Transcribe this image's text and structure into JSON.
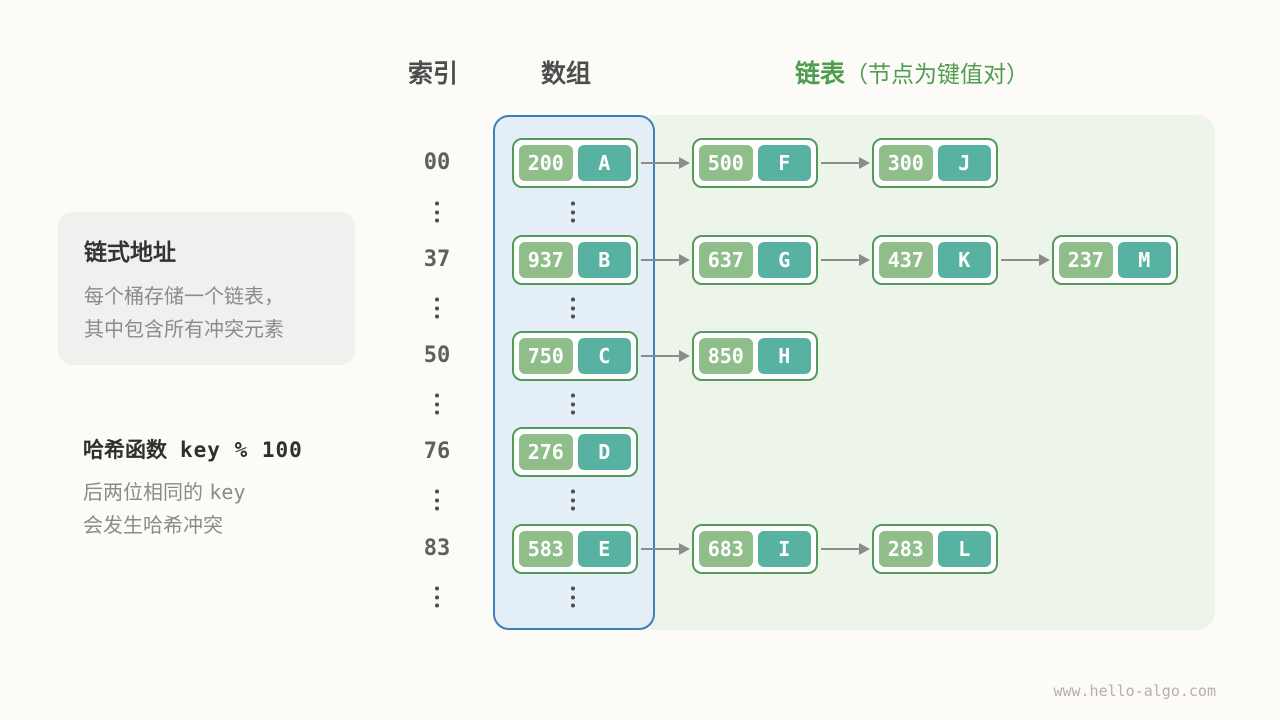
{
  "headers": {
    "index": "索引",
    "array": "数组",
    "list": "链表",
    "list_note": "（节点为键值对）"
  },
  "sidebar": {
    "box_title": "链式地址",
    "box_line1": "每个桶存储一个链表，",
    "box_line2": "其中包含所有冲突元素",
    "hash_label": "哈希函数",
    "hash_code": "key % 100",
    "note_prefix": "后两位相同的 ",
    "note_code": "key",
    "note_line2": "会发生哈希冲突"
  },
  "hash_table": {
    "rows": [
      {
        "index": "00",
        "nodes": [
          {
            "key": "200",
            "value": "A"
          },
          {
            "key": "500",
            "value": "F"
          },
          {
            "key": "300",
            "value": "J"
          }
        ]
      },
      {
        "index": "37",
        "nodes": [
          {
            "key": "937",
            "value": "B"
          },
          {
            "key": "637",
            "value": "G"
          },
          {
            "key": "437",
            "value": "K"
          },
          {
            "key": "237",
            "value": "M"
          }
        ]
      },
      {
        "index": "50",
        "nodes": [
          {
            "key": "750",
            "value": "C"
          },
          {
            "key": "850",
            "value": "H"
          }
        ]
      },
      {
        "index": "76",
        "nodes": [
          {
            "key": "276",
            "value": "D"
          }
        ]
      },
      {
        "index": "83",
        "nodes": [
          {
            "key": "583",
            "value": "E"
          },
          {
            "key": "683",
            "value": "I"
          },
          {
            "key": "283",
            "value": "L"
          }
        ]
      }
    ]
  },
  "colors": {
    "key_bg": "#8FBE8A",
    "value_bg": "#57B2A1",
    "node_border": "#569A5B",
    "array_panel_bg": "#E3EEF7",
    "array_panel_border": "#3D7FB8",
    "list_panel_bg": "#EDF5EB",
    "list_title": "#4F9D4F"
  },
  "footer": {
    "watermark": "www.hello-algo.com"
  }
}
